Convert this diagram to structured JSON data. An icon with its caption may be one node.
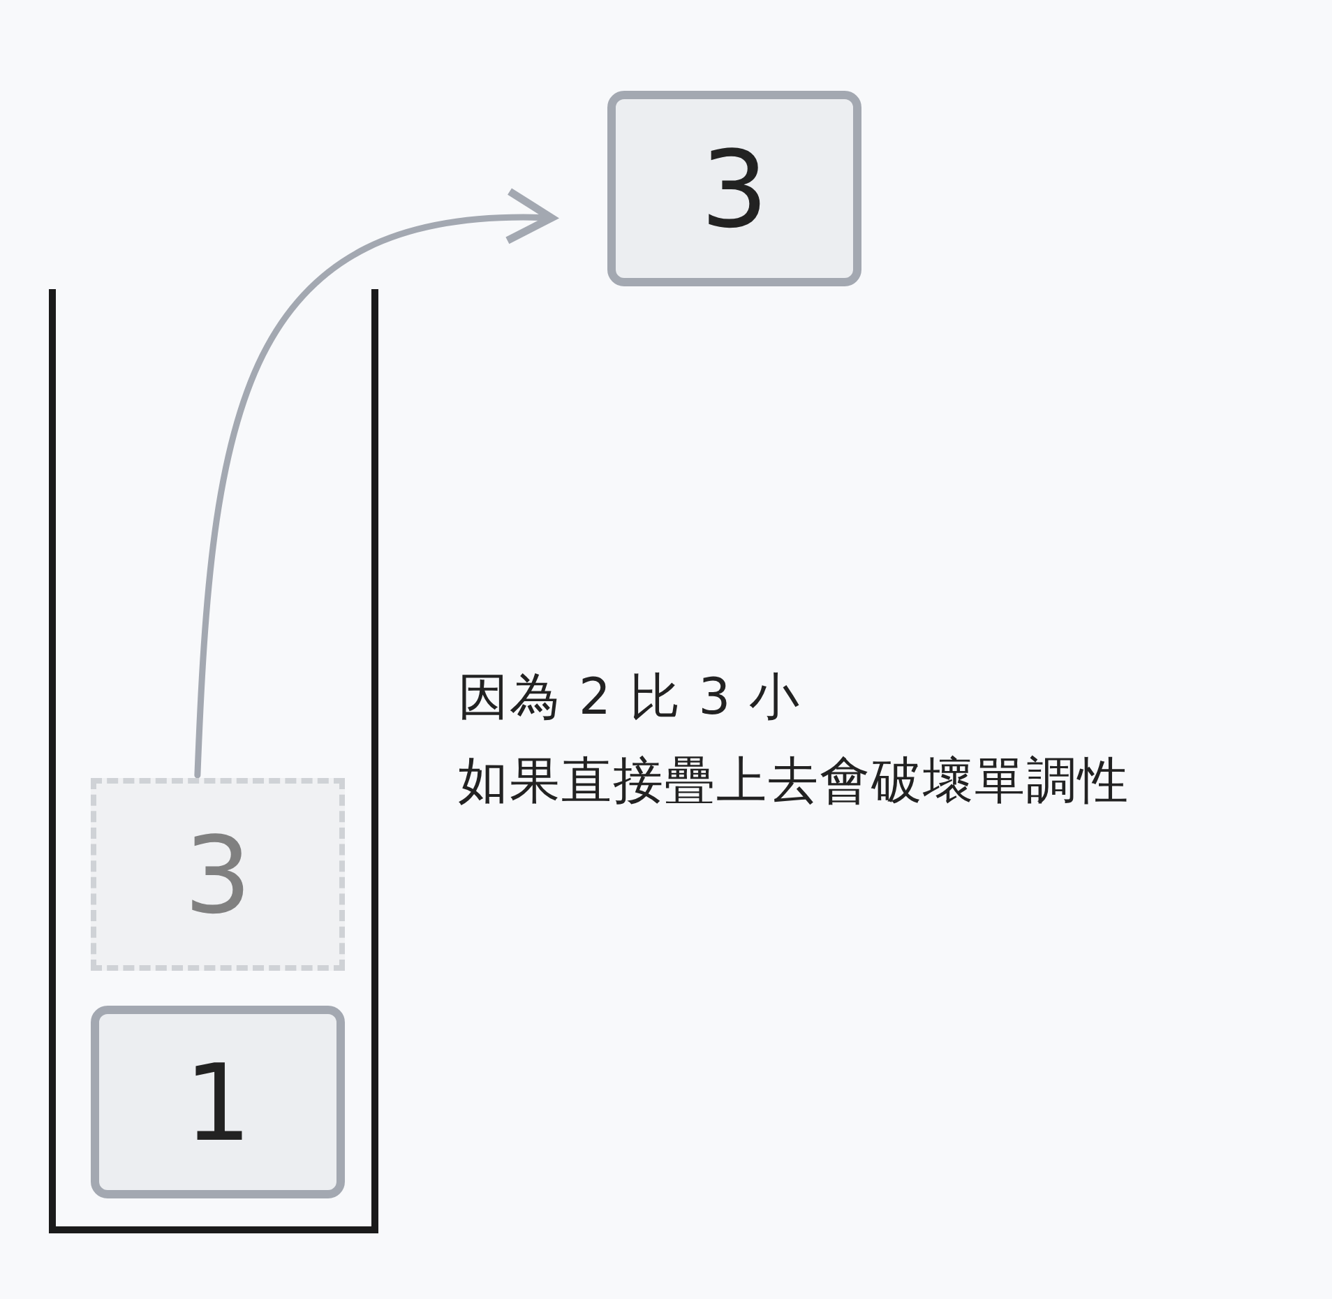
{
  "diagram": {
    "nodes": [
      {
        "text": [
          "3"
        ]
      },
      {
        "text": [],
        "shape": "box"
      },
      {
        "text": [
          "3"
        ],
        "in": 1
      },
      {
        "text": [
          "1"
        ],
        "in": 1
      }
    ],
    "edges": [
      {
        "from": 2,
        "to": 0,
        "arrow": "to"
      }
    ],
    "labels": [
      "因為 2 比 3 小",
      "如果直接疊上去會破壞單調性"
    ]
  }
}
